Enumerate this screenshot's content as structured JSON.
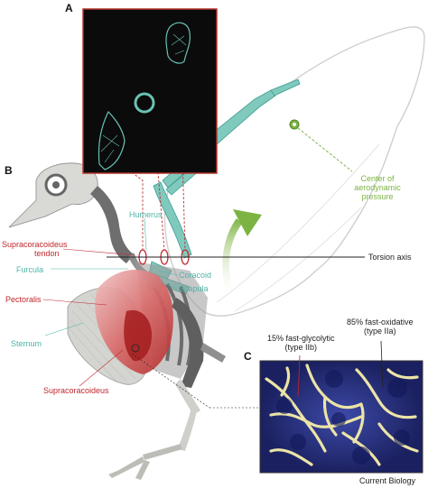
{
  "panels": {
    "a": "A",
    "b": "B",
    "c": "C"
  },
  "labels": {
    "humerus": "Humerus",
    "supracoracoideus_tendon_1": "Supracoracoideus",
    "supracoracoideus_tendon_2": "tendon",
    "furcula": "Furcula",
    "pectoralis": "Pectoralis",
    "sternum": "Sternum",
    "supracoracoideus": "Supracoracoideus",
    "coracoid": "Coracoid",
    "scapula": "Scapula",
    "torsion_axis": "Torsion axis",
    "center_1": "Center of",
    "center_2": "aerodynamic",
    "center_3": "pressure",
    "fast_glycolytic_1": "15% fast-glycolytic",
    "fast_glycolytic_2": "(type IIb)",
    "fast_oxidative_1": "85% fast-oxidative",
    "fast_oxidative_2": "(type IIa)"
  },
  "footer": "Current Biology",
  "colors": {
    "bone": "#5f5f5f",
    "bone_light": "#d9d9d6",
    "teal": "#4fb3a8",
    "red": "#c0272d",
    "green": "#7cb342",
    "panel_a_bg": "#0b0b0b",
    "panel_a_border": "#b5332c",
    "histology_bg": "#232a6e",
    "histology_fg": "#e9e2a6"
  }
}
